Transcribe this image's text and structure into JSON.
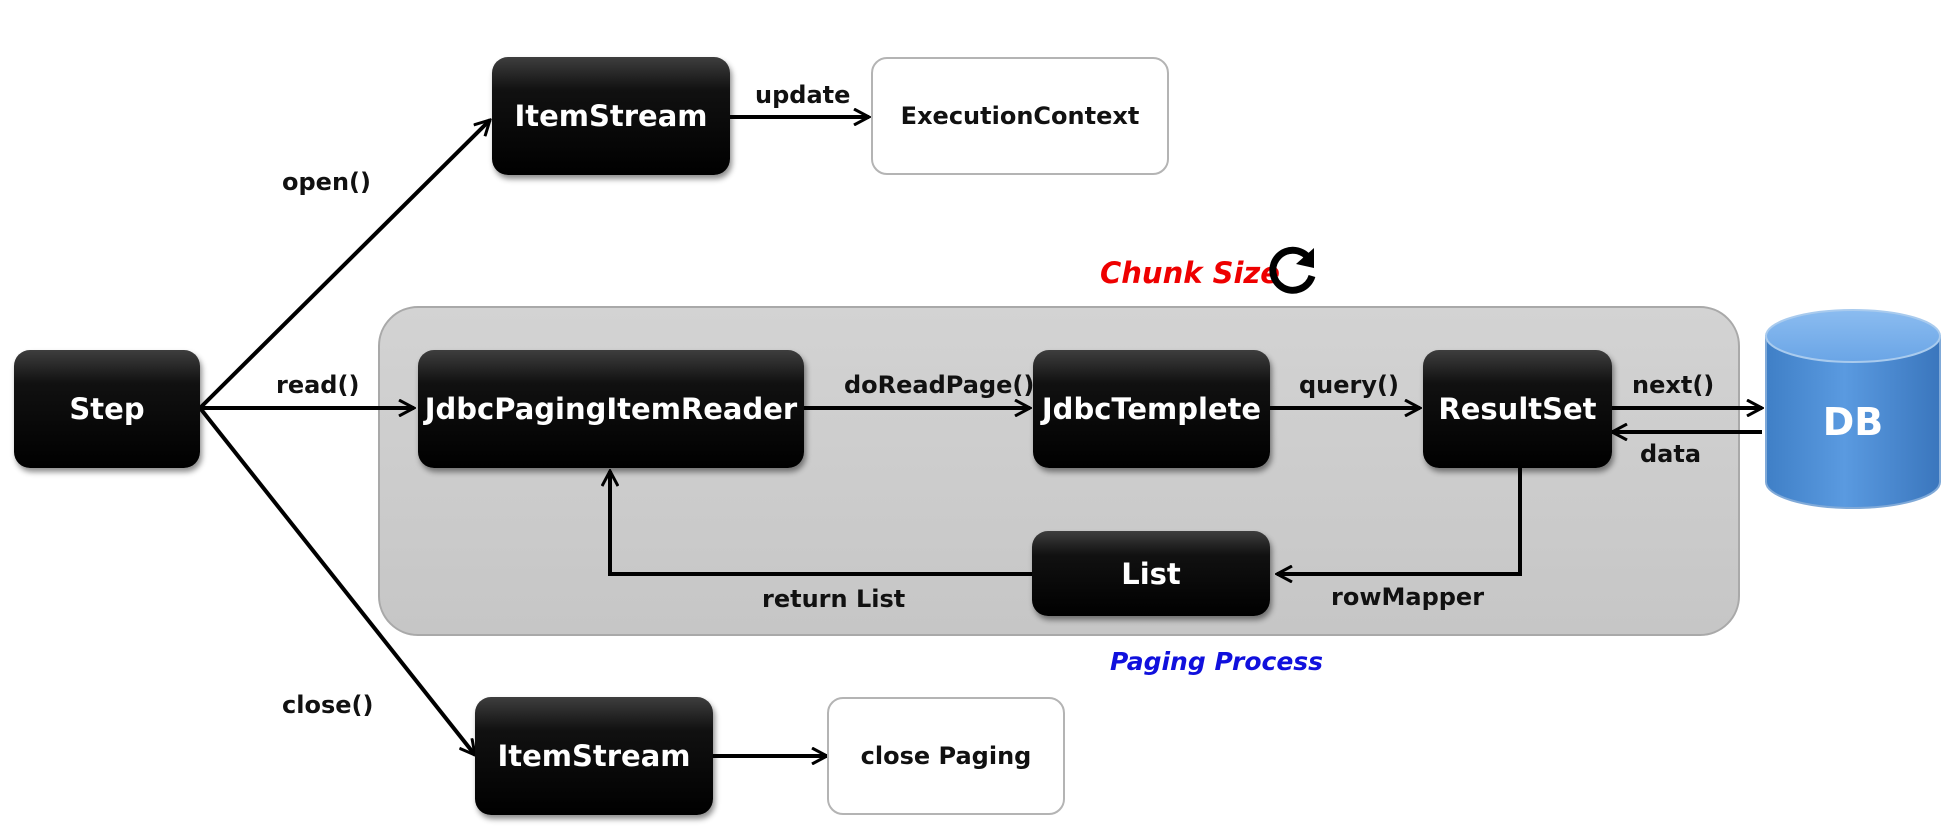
{
  "nodes": {
    "step": "Step",
    "itemstream_top": "ItemStream",
    "execution_context": "ExecutionContext",
    "reader": "JdbcPagingItemReader",
    "template": "JdbcTemplete",
    "resultset": "ResultSet",
    "list": "List",
    "db": "DB",
    "itemstream_bottom": "ItemStream",
    "close_paging": "close Paging"
  },
  "edges": {
    "open": "open()",
    "read": "read()",
    "close": "close()",
    "update": "update",
    "do_read_page": "doReadPage()",
    "query": "query()",
    "next": "next()",
    "data": "data",
    "row_mapper": "rowMapper",
    "return_list": "return List"
  },
  "annotations": {
    "chunk_size": "Chunk Size",
    "paging_process": "Paging Process"
  },
  "icons": {
    "loop": "refresh-icon",
    "database": "database-cylinder-icon"
  },
  "colors": {
    "node_dark": "#000000",
    "panel_gray": "#c8c8c8",
    "chunk_size_red": "#ee0000",
    "paging_process_blue": "#1010dd",
    "db_blue": "#4f8fd4"
  }
}
